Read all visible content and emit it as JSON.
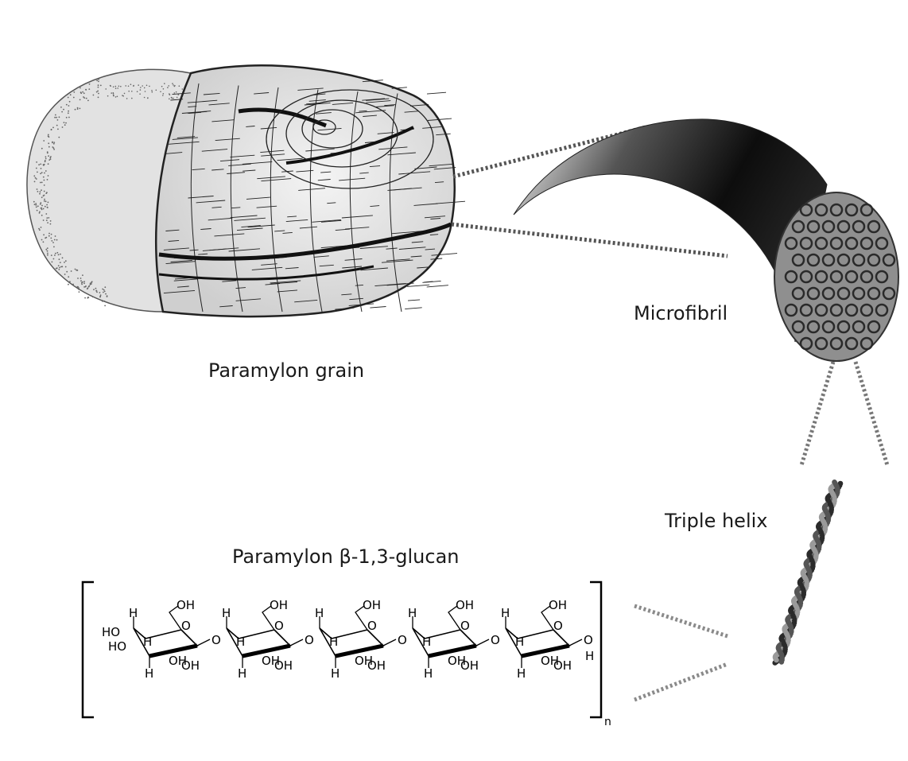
{
  "labels": {
    "grain": "Paramylon grain",
    "microfibril": "Microfibril",
    "helix": "Triple helix",
    "glucan": "Paramylon β-1,3-glucan"
  },
  "formula": {
    "repeat_subscript": "n",
    "units": 5,
    "atom_labels": [
      "H",
      "OH",
      "HO",
      "O",
      "H",
      "H",
      "OH",
      "H"
    ]
  },
  "colors": {
    "ink": "#1a1a1a",
    "grain_fill": "#e6e6e6",
    "fibril_dark": "#111111",
    "helix_dark": "#2b2b2b",
    "helix_light": "#9a9a9a"
  }
}
